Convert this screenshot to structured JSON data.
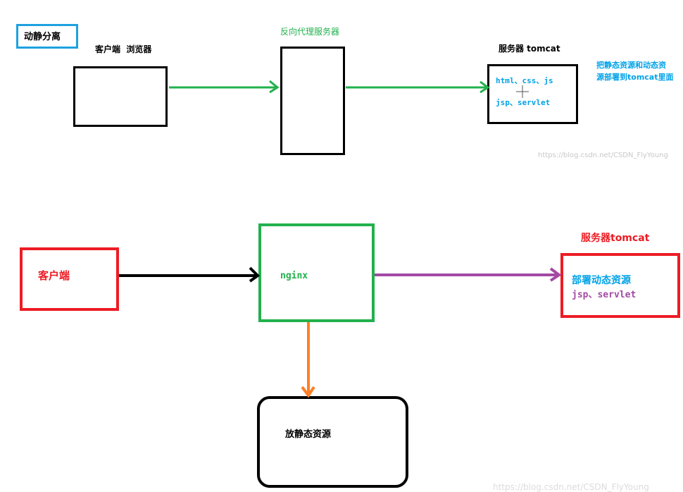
{
  "top": {
    "title": "动静分离",
    "client_label": "客户端  浏览器",
    "proxy_label": "反向代理服务器",
    "server_label": "服务器 tomcat",
    "server_line1": "html、css、js",
    "server_line2": "jsp、servlet",
    "note_line1": "把静态资源和动态资",
    "note_line2": "源部署到tomcat里面",
    "watermark": "https://blog.csdn.net/CSDN_FlyYoung"
  },
  "bottom": {
    "client": "客户端",
    "nginx": "nginx",
    "server_label": "服务器tomcat",
    "server_line1": "部署动态资源",
    "server_line2": "jsp、servlet",
    "static_box": "放静态资源",
    "watermark": "https://blog.csdn.net/CSDN_FlyYoung"
  },
  "colors": {
    "title_border": "#1da1e0",
    "green": "#22b14c",
    "proxy_label": "#22b14c",
    "server_text": "#00a2e8",
    "note_text": "#00a2e8",
    "red": "#ed1c24",
    "purple": "#a349a4",
    "orange": "#ff7f27",
    "black": "#000000",
    "watermark": "#c8c8c8"
  }
}
